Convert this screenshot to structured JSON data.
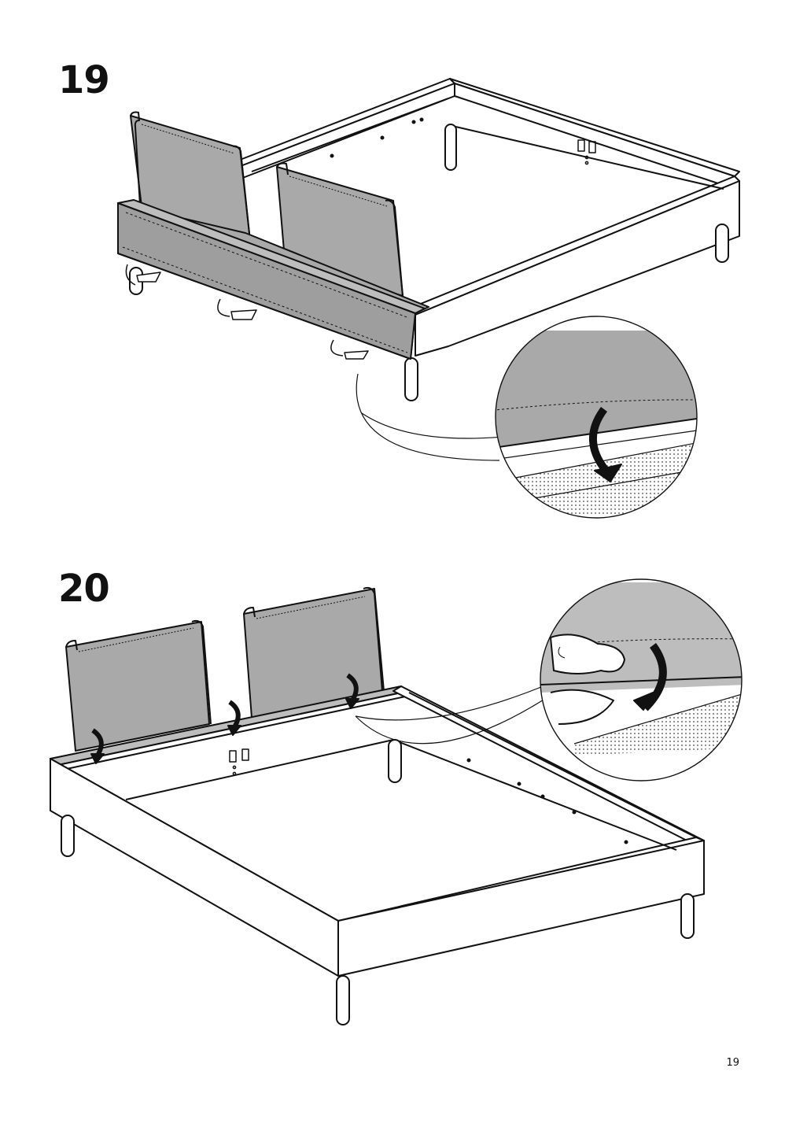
{
  "steps": [
    {
      "number": "19"
    },
    {
      "number": "20"
    }
  ],
  "page_number": "19",
  "colors": {
    "fabric": "#a9a9a9",
    "fabric_light": "#bdbdbd",
    "line": "#111111",
    "background": "#ffffff"
  },
  "icons": {
    "fold_arrow": "curved-arrow-icon",
    "bracket": "bracket-icon",
    "magnifier": "detail-callout"
  }
}
